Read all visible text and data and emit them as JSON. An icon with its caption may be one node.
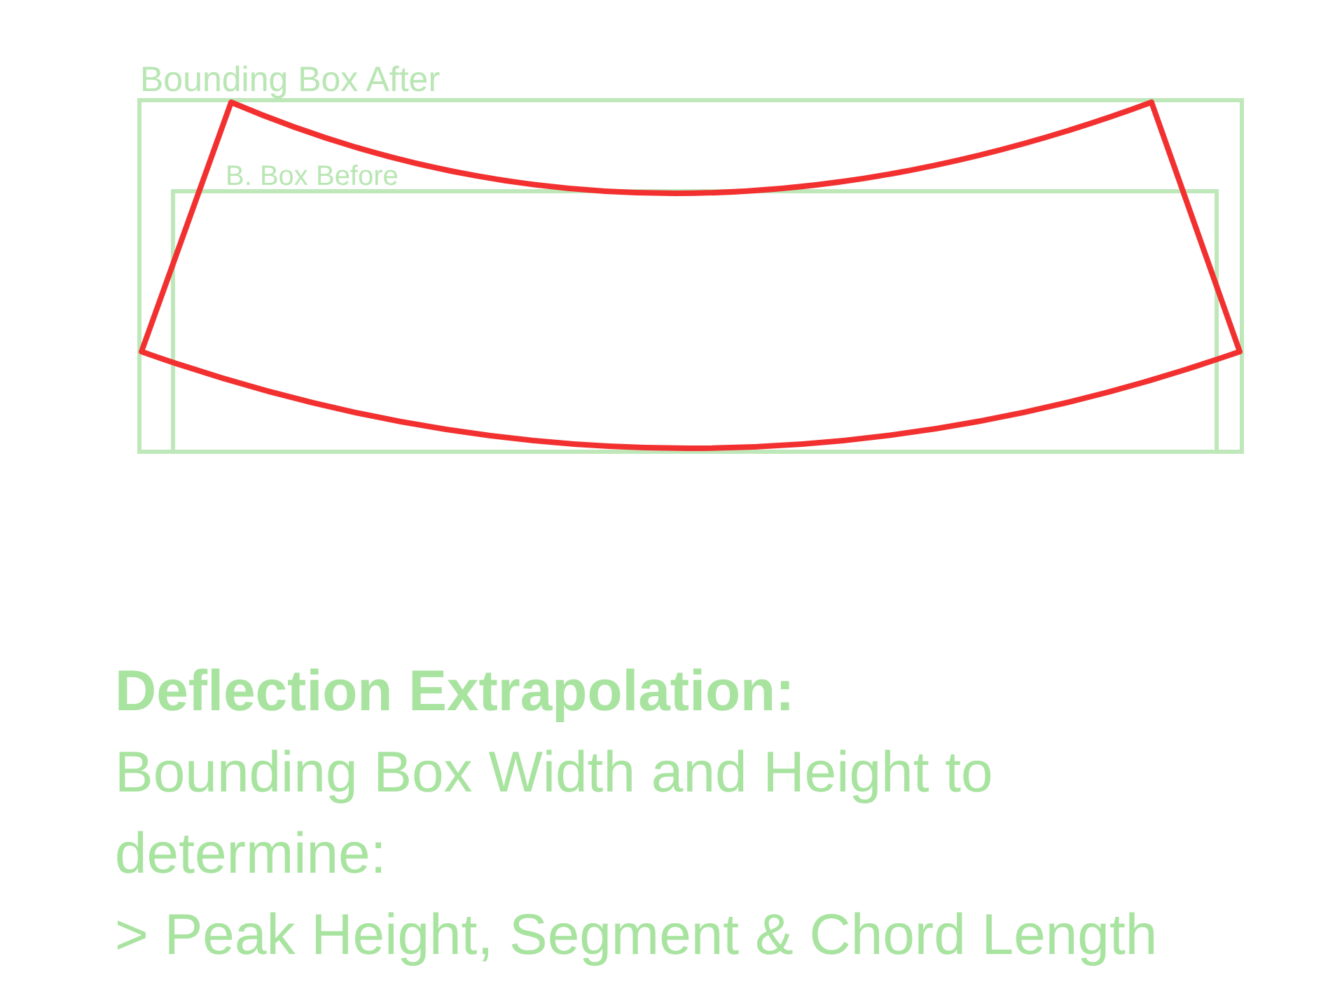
{
  "diagram": {
    "nodes": [
      {
        "text": [
          "Bounding Box After"
        ]
      },
      {
        "text": [
          "B. Box Before"
        ],
        "in": 0
      }
    ],
    "labels": [
      "Deflection Extrapolation:",
      "Bounding Box Width and Height to determine:",
      "> Peak Height, Segment & Chord Length"
    ]
  }
}
